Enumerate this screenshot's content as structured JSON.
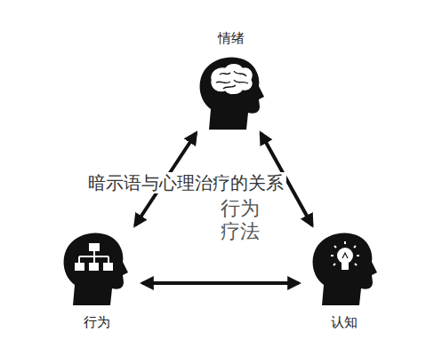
{
  "diagram": {
    "nodes": [
      {
        "text": [
          "情绪"
        ]
      },
      {
        "text": [
          "行为"
        ]
      },
      {
        "text": [
          "认知"
        ]
      }
    ],
    "edges": [
      {
        "from": 0,
        "to": 1,
        "arrow": "both"
      },
      {
        "from": 0,
        "to": 2,
        "arrow": "both"
      },
      {
        "from": 1,
        "to": 2,
        "arrow": "both"
      }
    ],
    "labels": [
      "暗示语与心理治疗的关系",
      "行为疗法"
    ]
  }
}
